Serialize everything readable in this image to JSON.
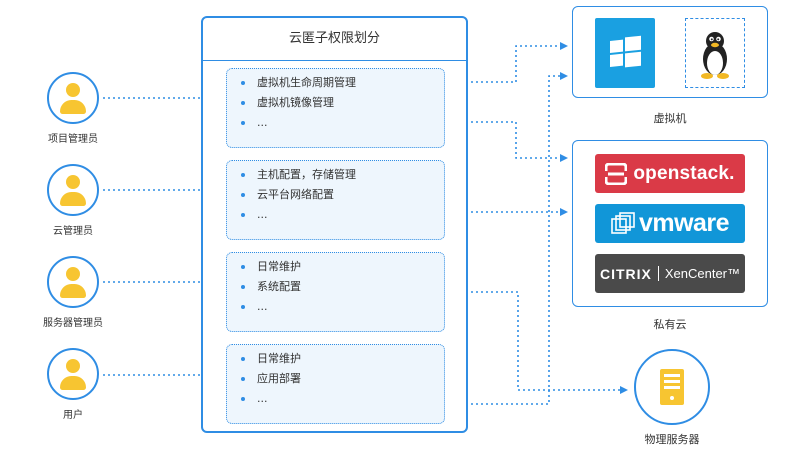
{
  "title": "云匿子权限划分",
  "roles": [
    {
      "label": "项目管理员"
    },
    {
      "label": "云管理员"
    },
    {
      "label": "服务器管理员"
    },
    {
      "label": "用户"
    }
  ],
  "groups": [
    {
      "items": [
        "虚拟机生命周期管理",
        "虚拟机镜像管理",
        "..."
      ]
    },
    {
      "items": [
        "主机配置，存储管理",
        "云平台网络配置",
        "..."
      ]
    },
    {
      "items": [
        "日常维护",
        "系统配置",
        "..."
      ]
    },
    {
      "items": [
        "日常维护",
        "应用部署",
        "..."
      ]
    }
  ],
  "targets": {
    "vm": {
      "label": "虚拟机",
      "icons": [
        "windows-icon",
        "linux-icon"
      ]
    },
    "private_cloud": {
      "label": "私有云",
      "brands": {
        "openstack": "openstack.",
        "vmware": "vmware",
        "citrix_brand": "CITRIX",
        "citrix_product": "XenCenter™"
      }
    },
    "server": {
      "label": "物理服务器",
      "icon": "server-icon"
    }
  },
  "colors": {
    "accent": "#2f8de4",
    "avatar": "#f7c531",
    "group_fill": "#eef6fd",
    "windows": "#1aa0e1",
    "openstack": "#da3a47",
    "vmware": "#1196d8",
    "citrix": "#4a4a4a"
  }
}
